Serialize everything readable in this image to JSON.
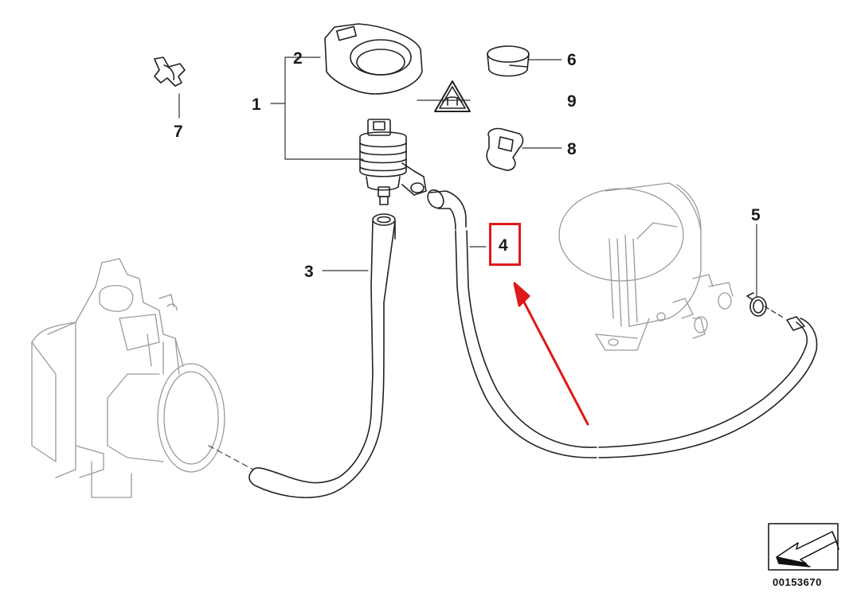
{
  "callouts": {
    "c1": "1",
    "c2": "2",
    "c3": "3",
    "c4": "4",
    "c5": "5",
    "c6": "6",
    "c7": "7",
    "c8": "8",
    "c9": "9"
  },
  "highlight": {
    "target": "4",
    "color": "#e01919"
  },
  "diagram_code": "00153670"
}
